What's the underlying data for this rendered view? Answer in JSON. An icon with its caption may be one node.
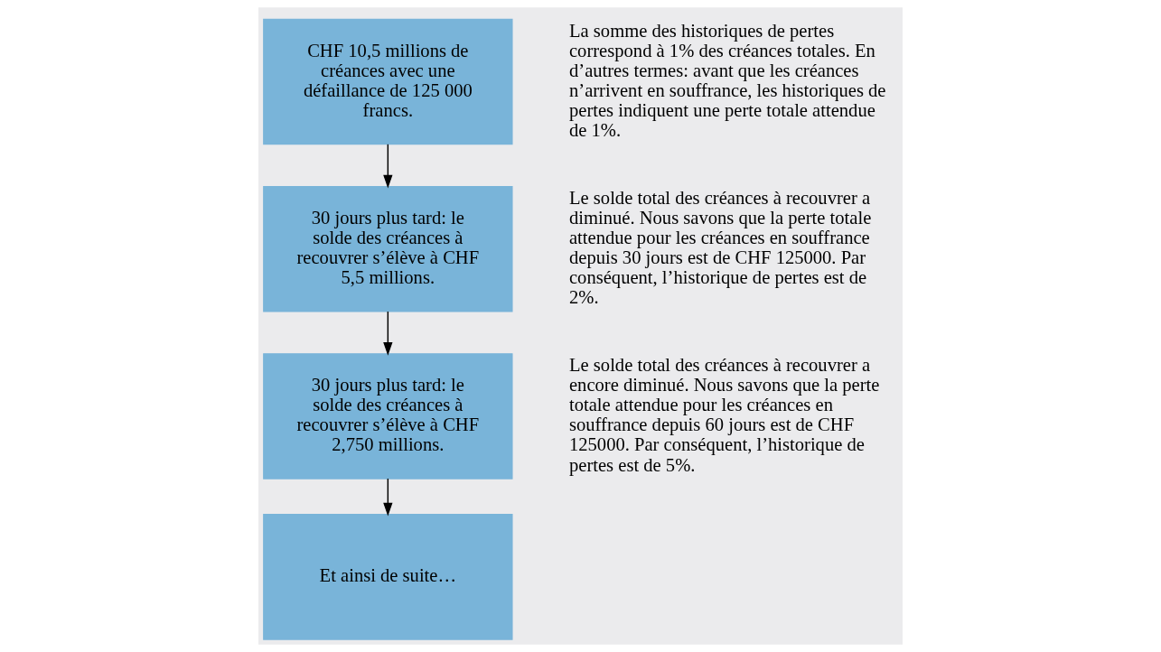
{
  "diagram": {
    "nodes": [
      {
        "text": [
          "CHF 10,5 millions de créances avec une défaillance de 125 000 francs."
        ],
        "beside": [
          "La somme des historiques de pertes correspond à 1% des créances totales. En d’autres termes: avant que les créances n’arrivent en souffrance, les historiques de pertes indiquent une perte totale attendue de 1%."
        ]
      },
      {
        "text": [
          "30 jours plus tard: le solde des créances à recouvrer s’élève à CHF 5,5 millions."
        ],
        "beside": [
          "Le solde total des créances à recouvrer a diminué. Nous savons que la perte totale attendue pour les créances en souffrance depuis 30 jours est de CHF 125000. Par conséquent, l’historique de pertes est de 2%."
        ]
      },
      {
        "text": [
          "30 jours plus tard: le solde des créances à recouvrer s’élève à CHF 2,750 millions."
        ],
        "beside": [
          "Le solde total des créances à recouvrer a encore diminué. Nous savons que la perte totale attendue pour les créances en souffrance depuis 60 jours est de CHF 125000. Par conséquent, l’historique de pertes est de 5%."
        ]
      },
      {
        "text": [
          "Et ainsi de suite…"
        ]
      }
    ],
    "edges": [
      {
        "from": 0,
        "to": 1,
        "arrow": "to"
      },
      {
        "from": 1,
        "to": 2,
        "arrow": "to"
      },
      {
        "from": 2,
        "to": 3,
        "arrow": "to"
      }
    ]
  }
}
